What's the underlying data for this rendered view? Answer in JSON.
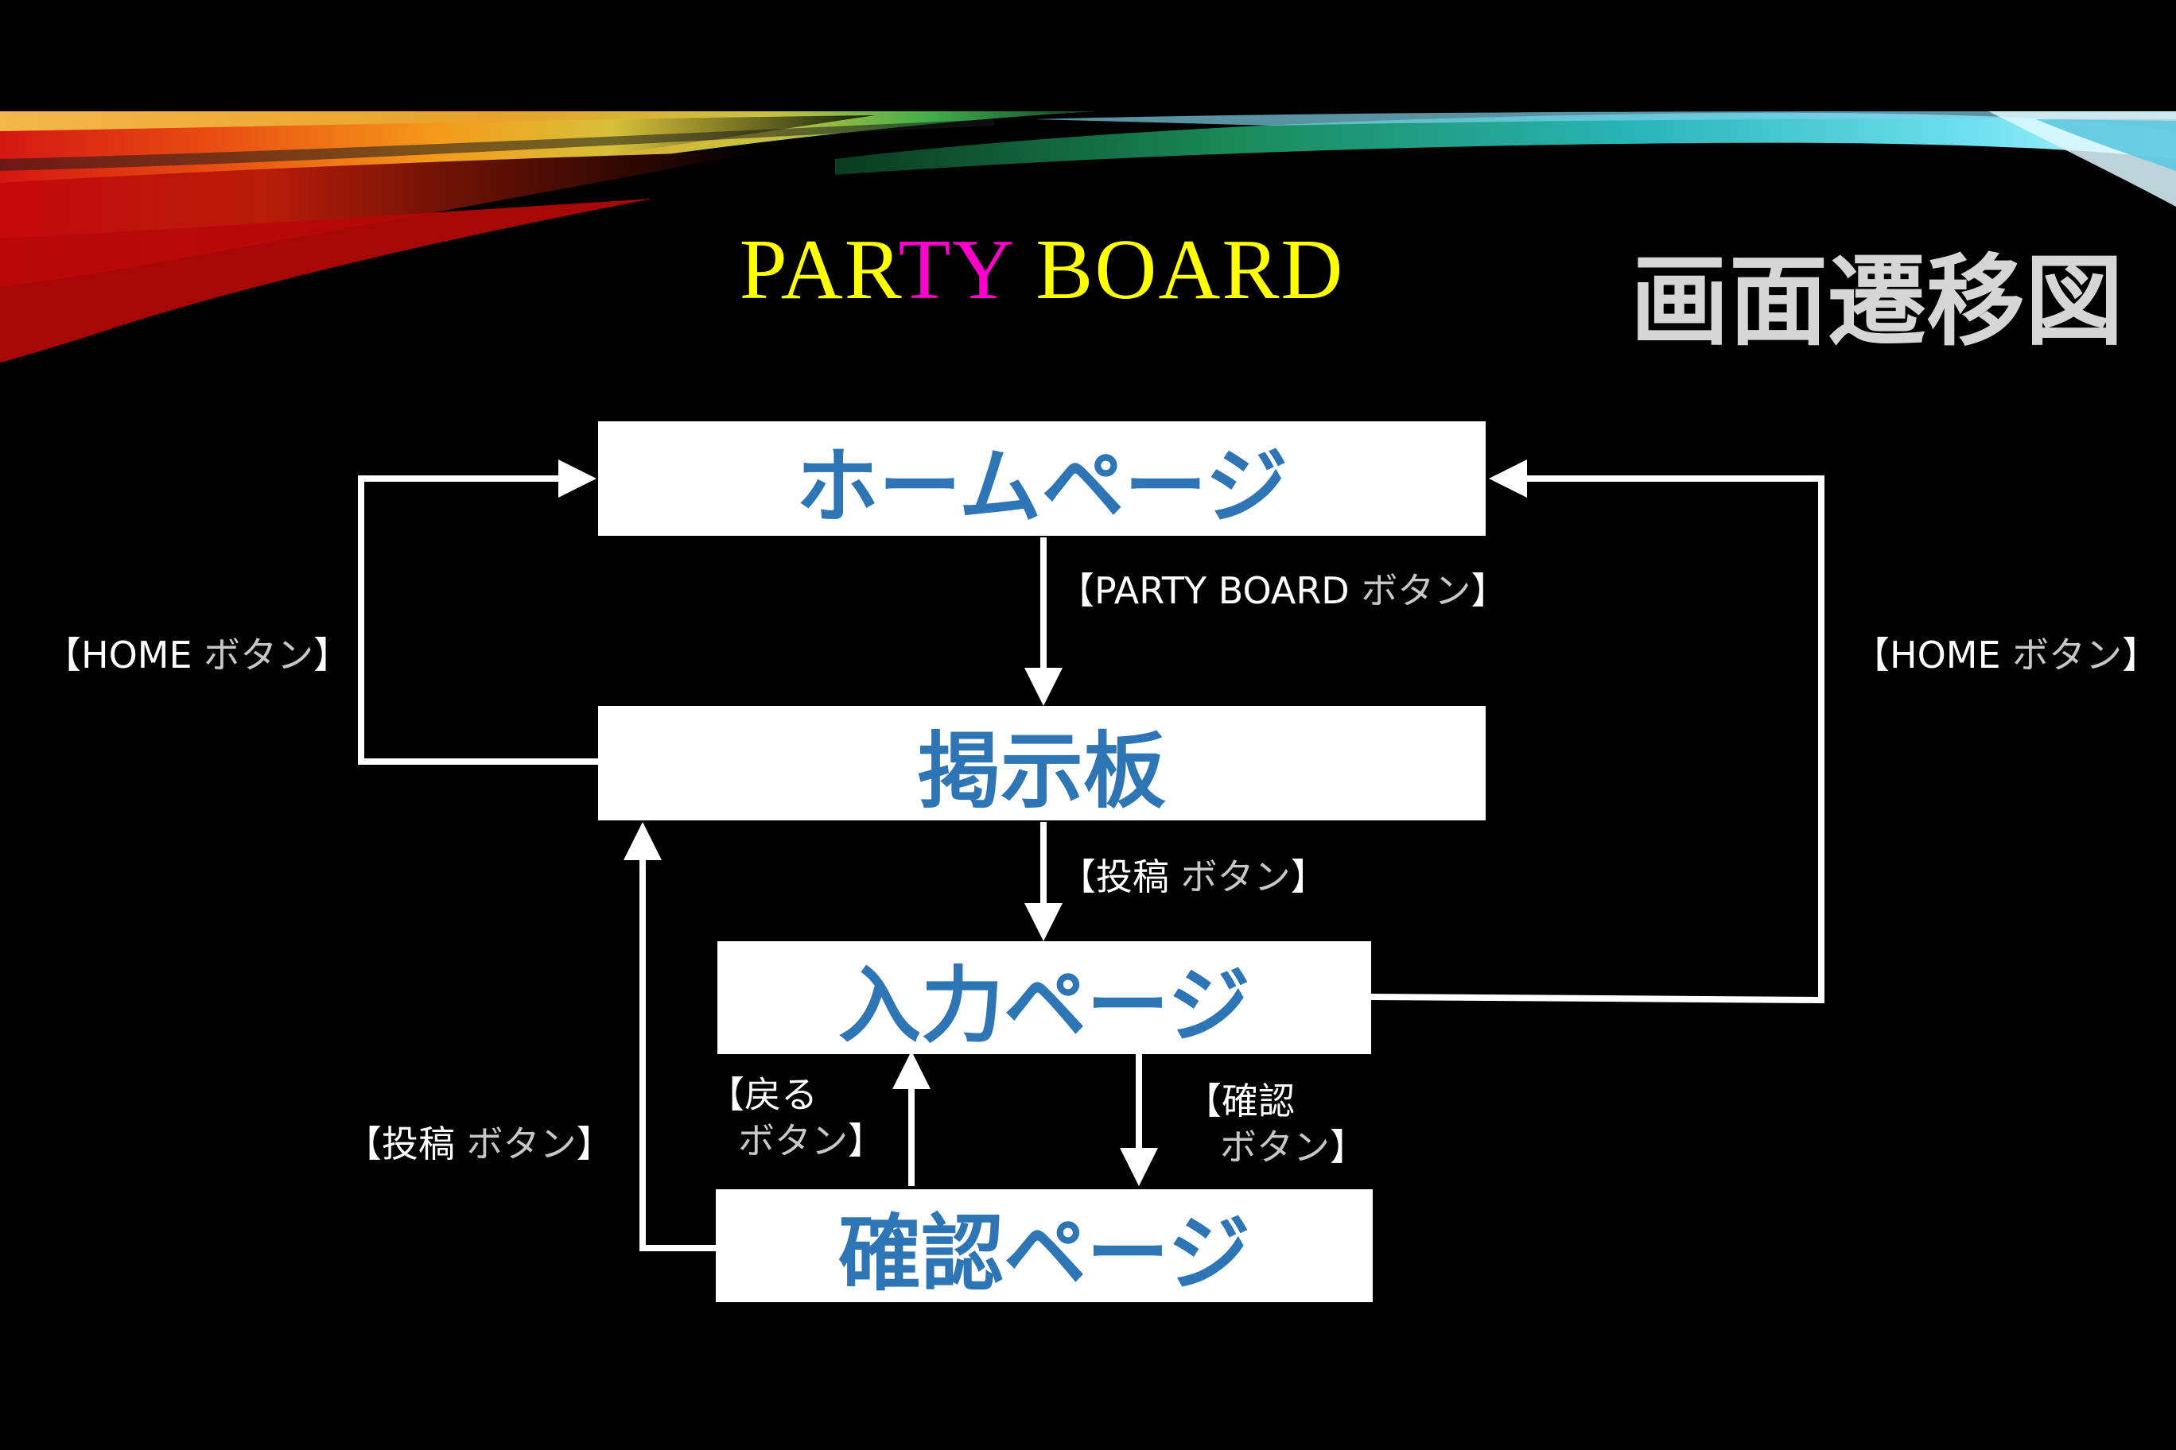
{
  "header": {
    "brand_part1": "PAR",
    "brand_part2": "TY",
    "brand_part3": " BOARD",
    "section_title": "画面遷移図"
  },
  "nodes": {
    "home": "ホームページ",
    "board": "掲示板",
    "input": "入力ページ",
    "confirm": "確認ページ"
  },
  "labels": {
    "party_board_button": {
      "open": "【PARTY BOARD ",
      "button": "ボタン",
      "close": "】"
    },
    "post_button_right": {
      "open": "【投稿 ",
      "button": "ボタン",
      "close": "】"
    },
    "post_button_left": {
      "open": "【投稿 ",
      "button": "ボタン",
      "close": "】"
    },
    "home_button_left": {
      "open": "【HOME ",
      "button": "ボタン",
      "close": "】"
    },
    "home_button_right": {
      "open": "【HOME ",
      "button": "ボタン",
      "close": "】"
    },
    "back_button": {
      "line1": "【戻る",
      "button": "ボタン",
      "close": "】"
    },
    "confirm_button": {
      "line1": "【確認",
      "button": "ボタン",
      "close": "】"
    }
  },
  "colors": {
    "background": "#000000",
    "node_fill": "#ffffff",
    "node_text": "#2e75b6",
    "brand_yellow": "#ffff00",
    "brand_magenta": "#ff00cc",
    "title_gray": "#d6d6d6",
    "connector": "#ffffff"
  }
}
